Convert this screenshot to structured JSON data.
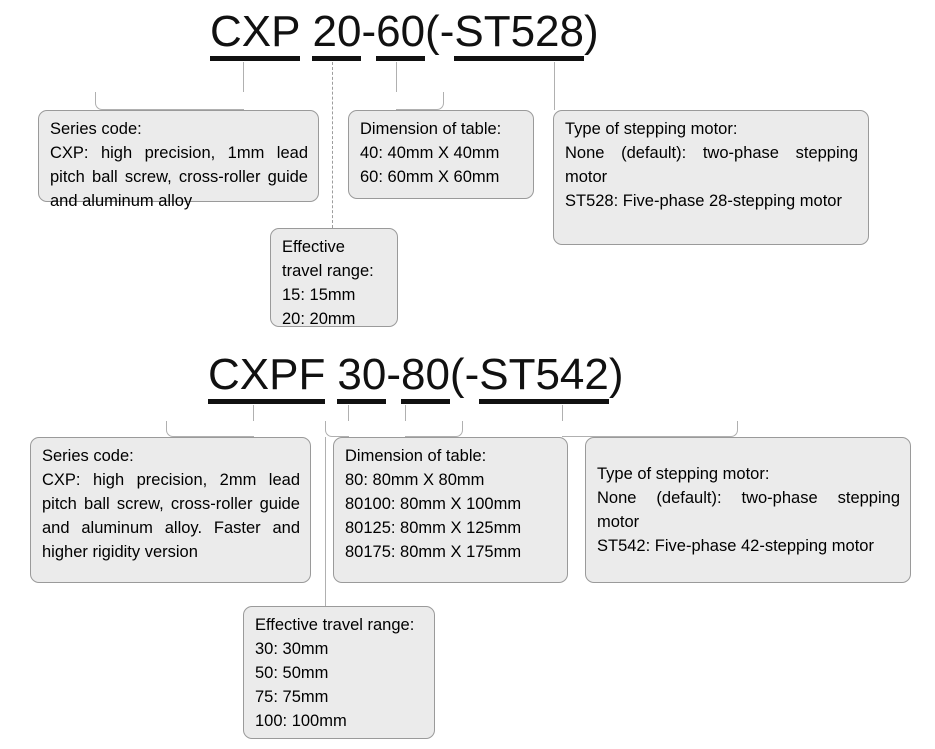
{
  "diagrams": [
    {
      "id": "cxp",
      "code": {
        "segments": [
          {
            "text": "CXP",
            "underlined": true
          },
          {
            "text": " ",
            "underlined": false
          },
          {
            "text": "20",
            "underlined": true
          },
          {
            "text": "-",
            "underlined": false
          },
          {
            "text": "60",
            "underlined": true
          },
          {
            "text": " (-",
            "underlined": false
          },
          {
            "text": "ST528",
            "underlined": true
          },
          {
            "text": ")",
            "underlined": false
          }
        ],
        "full_text": "CXP 20-60 (-ST528)"
      },
      "callouts": {
        "series": {
          "title": "Series code:",
          "lines": [
            "CXP: high precision, 1mm lead pitch ball screw, cross-roller guide and aluminum alloy"
          ]
        },
        "travel": {
          "title": "Effective",
          "title2": "travel range:",
          "lines": [
            "15: 15mm",
            "20: 20mm"
          ]
        },
        "dimension": {
          "title": "Dimension of table:",
          "lines": [
            "40: 40mm X 40mm",
            "60: 60mm X 60mm"
          ]
        },
        "motor": {
          "title": "Type of stepping motor:",
          "lines": [
            "None (default): two-phase stepping motor",
            "ST528: Five-phase 28-stepping motor"
          ]
        }
      }
    },
    {
      "id": "cxpf",
      "code": {
        "segments": [
          {
            "text": "CXPF",
            "underlined": true
          },
          {
            "text": " ",
            "underlined": false
          },
          {
            "text": "30",
            "underlined": true
          },
          {
            "text": "-",
            "underlined": false
          },
          {
            "text": "80",
            "underlined": true
          },
          {
            "text": " (-",
            "underlined": false
          },
          {
            "text": "ST542",
            "underlined": true
          },
          {
            "text": ")",
            "underlined": false
          }
        ],
        "full_text": "CXPF 30-80 (-ST542)"
      },
      "callouts": {
        "series": {
          "title": "Series code:",
          "lines": [
            "CXP: high precision, 2mm lead pitch ball screw, cross-roller guide and aluminum alloy. Faster and higher rigidity version"
          ]
        },
        "travel": {
          "title": "Effective travel range:",
          "lines": [
            "30: 30mm",
            "50: 50mm",
            "75: 75mm",
            "100: 100mm"
          ]
        },
        "dimension": {
          "title": "Dimension of table:",
          "lines": [
            "80: 80mm X 80mm",
            "80100: 80mm X 100mm",
            "80125: 80mm X 125mm",
            "80175: 80mm X 175mm"
          ]
        },
        "motor": {
          "title": "Type of stepping motor:",
          "lines": [
            "None (default): two-phase stepping motor",
            "ST542: Five-phase 42-stepping motor"
          ]
        }
      }
    }
  ]
}
